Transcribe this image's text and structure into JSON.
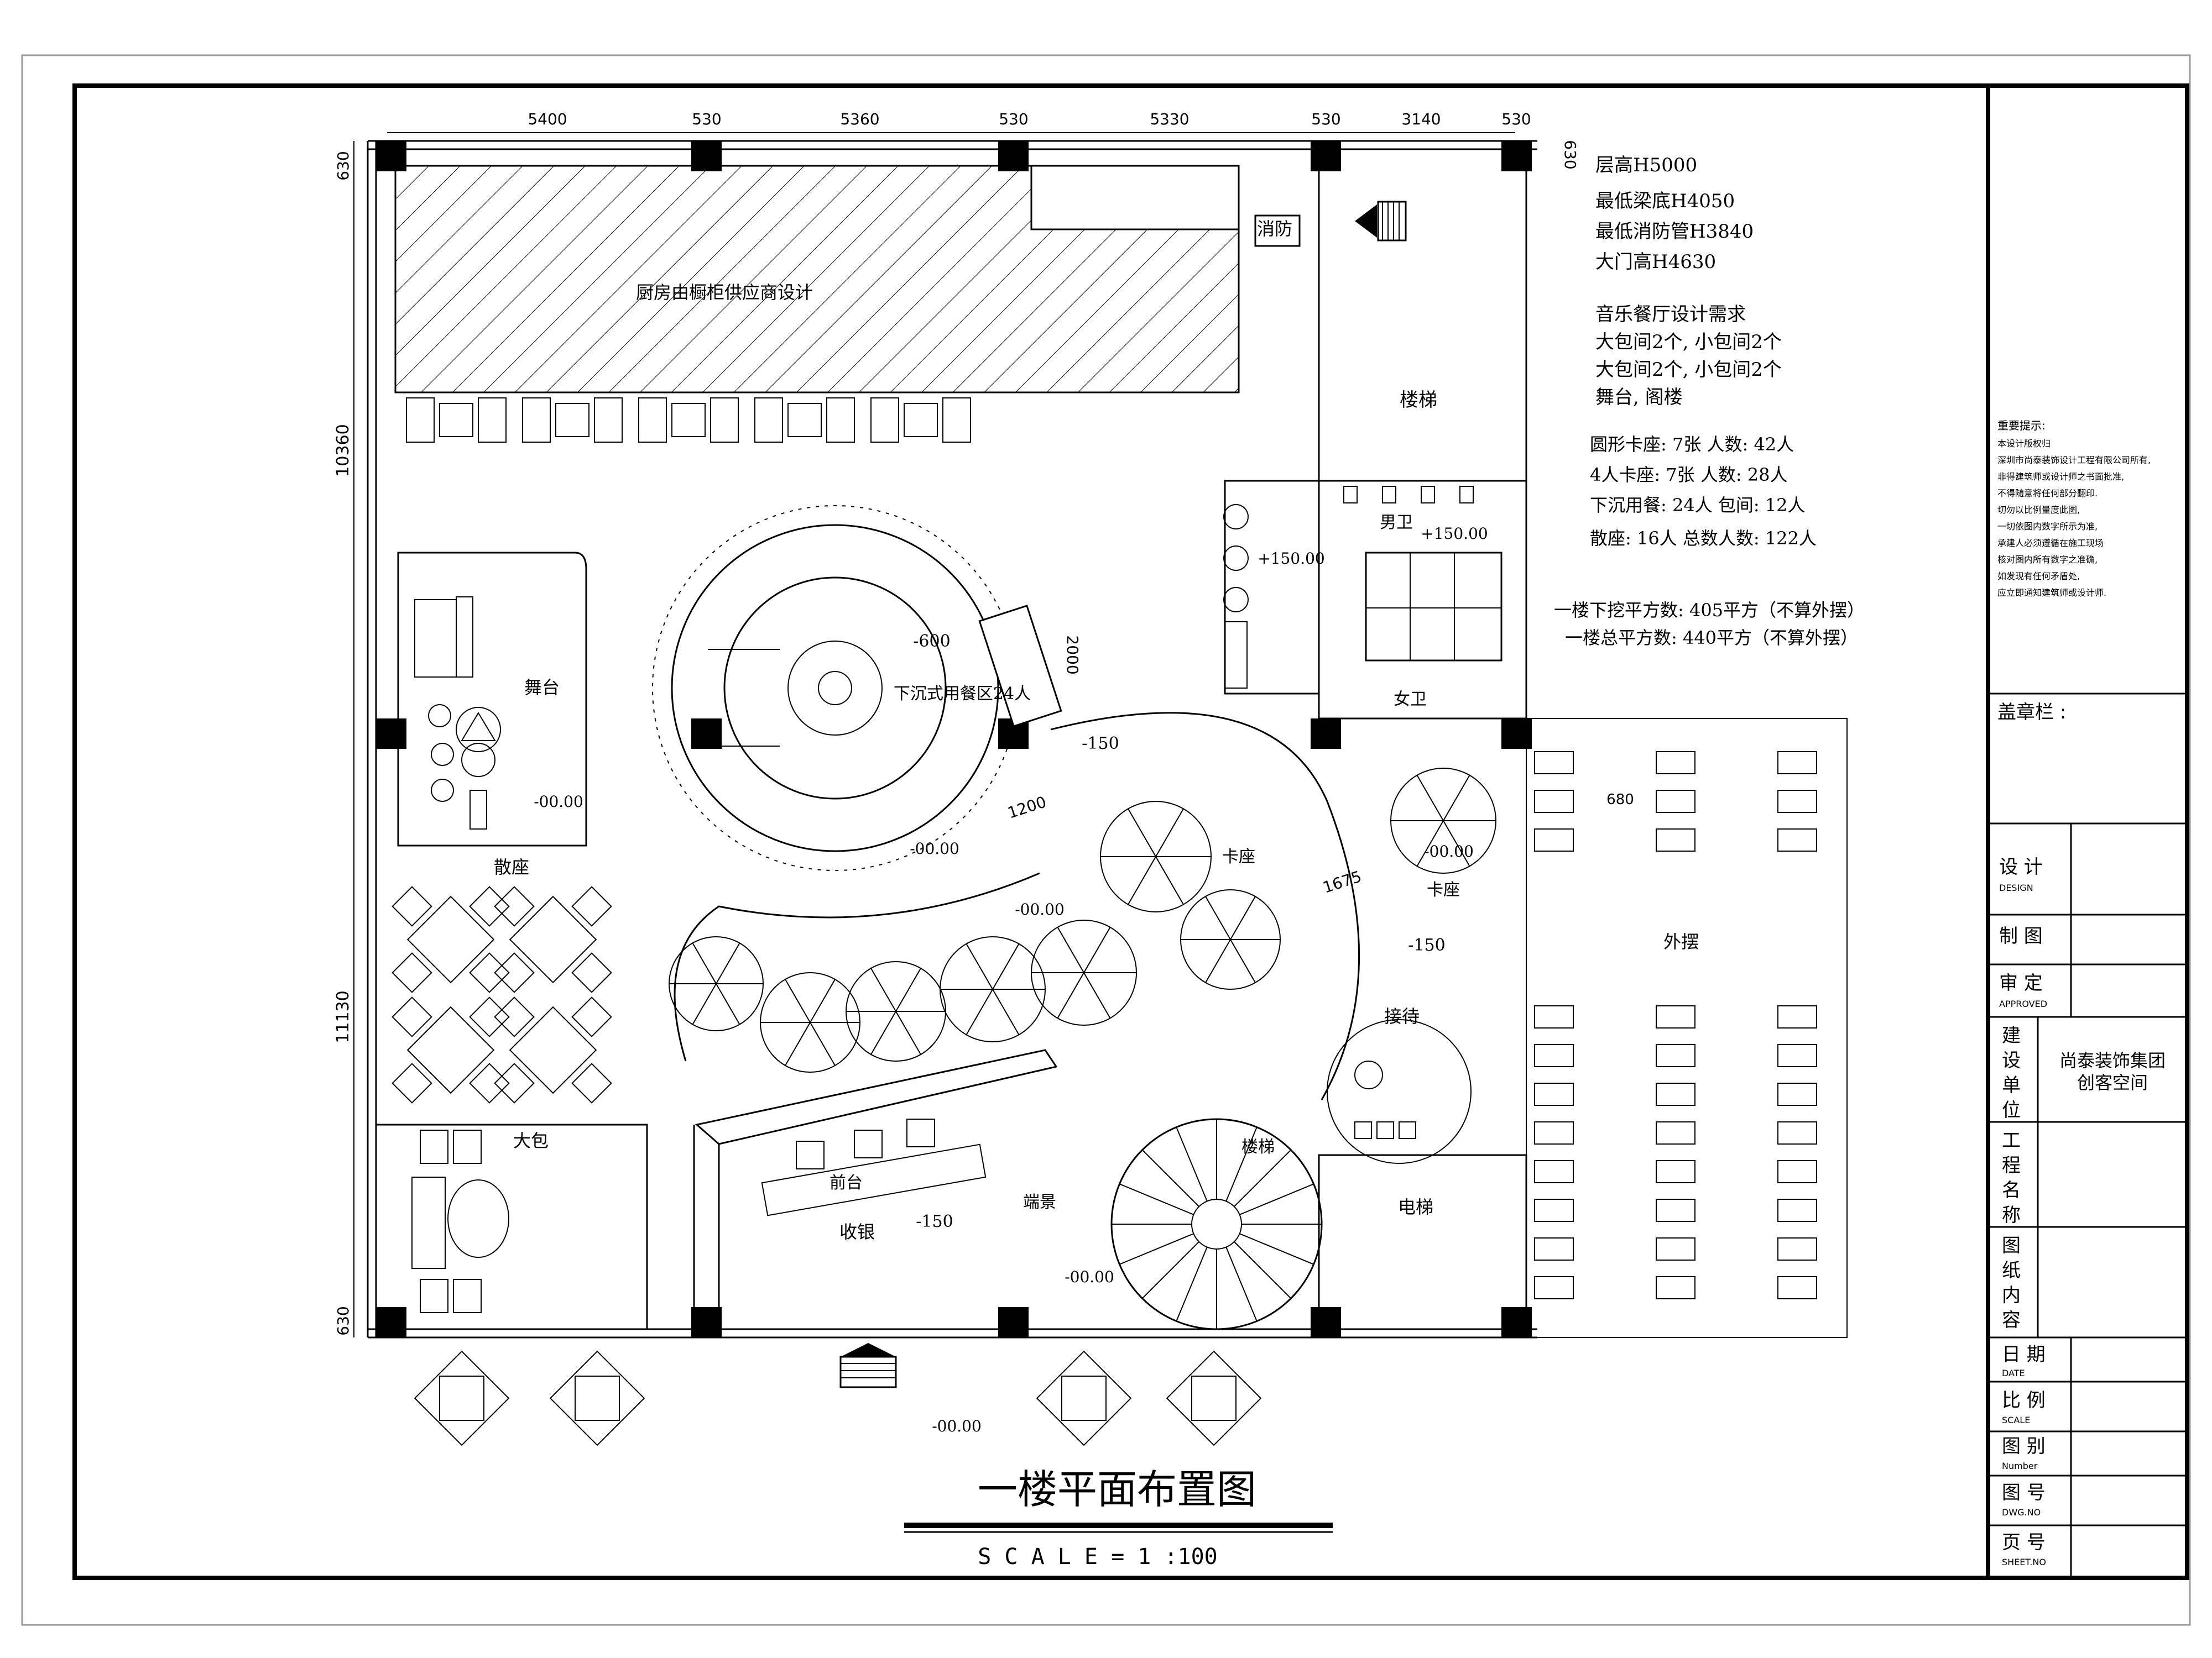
{
  "drawing": {
    "title": "一楼平面布置图",
    "scale": "S C A L E = 1 :100"
  },
  "dimensions": {
    "top": [
      "5400",
      "530",
      "5360",
      "530",
      "5330",
      "530",
      "3140",
      "530"
    ],
    "left": [
      "630",
      "10360",
      "11130",
      "630"
    ],
    "right_top": "630",
    "stage_area": "2000",
    "path_1": "1200",
    "path_2": "1675",
    "booth_gap": "680"
  },
  "levels": {
    "sunken_dining": "-600",
    "l1": "-150",
    "l2": "-00.00",
    "l3": "-150",
    "l4": "-150",
    "l5": "-00.00",
    "l6": "-00.00",
    "toilet_m": "+150.00",
    "toilet_f": "+150.00",
    "stage": "-00.00",
    "entrance": "-00.00",
    "lobby": "-00.00"
  },
  "rooms": {
    "kitchen": "厨房由橱柜供应商设计",
    "fire": "消防",
    "stairs_main": "楼梯",
    "male_wc": "男卫",
    "female_wc": "女卫",
    "stage": "舞台",
    "sunken_dining": "下沉式用餐区24人",
    "loose_seats": "散座",
    "booth_1": "卡座",
    "booth_2": "卡座",
    "outdoor": "外摆",
    "reception": "接待",
    "big_room": "大包",
    "front_desk": "前台",
    "cashier": "收银",
    "feature": "端景",
    "stairs_spiral": "楼梯",
    "elevator": "电梯"
  },
  "notes": {
    "lines": [
      "层高H5000",
      "最低梁底H4050",
      "最低消防管H3840",
      "大门高H4630",
      "音乐餐厅设计需求",
      "大包间2个, 小包间2个",
      "大包间2个, 小包间2个",
      "舞台, 阁楼"
    ],
    "stats": [
      "圆形卡座:  7张      人数:  42人",
      "4人卡座:  7张      人数:  28人",
      "下沉用餐:  24人       包间:  12人",
      "散座:  16人     总数人数:  122人"
    ],
    "areas": [
      "一楼下挖平方数:  405平方（不算外摆）",
      "一楼总平方数:  440平方（不算外摆）"
    ]
  },
  "title_block": {
    "notice_title": "重要提示:",
    "notice_lines": [
      "本设计版权归",
      "深圳市尚泰装饰设计工程有限公司所有,",
      "非得建筑师或设计师之书面批准,",
      "不得随意将任何部分翻印.",
      "切勿以比例量度此图,",
      "一切依图内数字所示为准,",
      "承建人必须遵循在施工现场",
      "核对图内所有数字之准确,",
      "如发现有任何矛盾处,",
      "应立即通知建筑师或设计师."
    ],
    "stamp_label": "盖章栏 :",
    "design": "设  计",
    "design_en": "DESIGN",
    "drawn": "制  图",
    "approved": "审  定",
    "approved_en": "APPROVED",
    "client_label": [
      "建",
      "设",
      "单",
      "位"
    ],
    "client_value": [
      "尚泰装饰集团",
      "创客空间"
    ],
    "project_label": [
      "工",
      "程",
      "名",
      "称"
    ],
    "content_label": [
      "图",
      "纸",
      "内",
      "容"
    ],
    "date": "日  期",
    "date_en": "DATE",
    "scale": "比  例",
    "scale_en": "SCALE",
    "category": "图  别",
    "category_en": "Number",
    "dwg_no": "图  号",
    "dwg_no_en": "DWG.NO",
    "sheet_no": "页  号",
    "sheet_no_en": "SHEET.NO"
  }
}
